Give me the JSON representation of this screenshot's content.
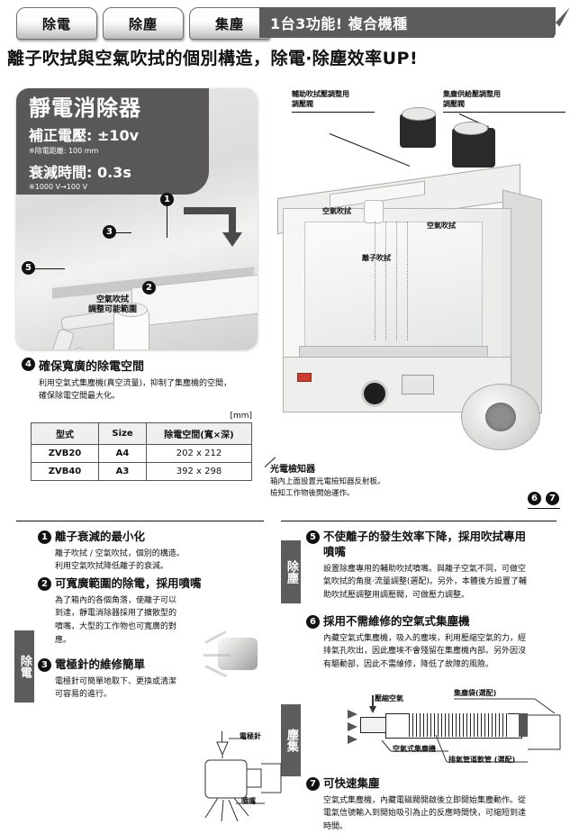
{
  "header": {
    "tabs": [
      {
        "label": "除電",
        "name": "tab-static-removal"
      },
      {
        "label": "除塵",
        "name": "tab-dust-removal"
      },
      {
        "label": "集塵",
        "name": "tab-dust-collection"
      }
    ],
    "ribbon_label": "1台3功能! 複合機種",
    "headline": "離子吹拭與空氣吹拭的個別構造，除電‧除塵效率UP!"
  },
  "spec_card": {
    "title": "靜電消除器",
    "line1_label": "補正電壓: ±10v",
    "line1_note": "※除電距離: 100 mm",
    "line2_label": "衰減時間: 0.3s",
    "line2_note": "※1000 V→100 V",
    "callout_air_blow": "空氣吹拭",
    "callout_air_blow2": "調整可能範圍",
    "markers": [
      "1",
      "2",
      "3",
      "5"
    ]
  },
  "machine": {
    "label_aux_regulator_l1": "輔助吹拭壓調整用",
    "label_aux_regulator_l2": "調壓閥",
    "label_supply_regulator_l1": "集塵供給壓調整用",
    "label_supply_regulator_l2": "調壓閥",
    "label_air_blow_left": "空氣吹拭",
    "label_air_blow_right": "空氣吹拭",
    "label_ion_blow": "離子吹拭",
    "sensor_title": "光電檢知器",
    "sensor_desc_l1": "箱內上面設置光電檢知器反射板。",
    "sensor_desc_l2": "檢知工作物後開始運作。",
    "markers": [
      "6",
      "7"
    ]
  },
  "item4": {
    "num": "4",
    "title": "確保寬廣的除電空間",
    "desc_l1": "利用空氣式集塵機(真空流量)，抑制了集塵機的空間，",
    "desc_l2": "確保除電空間最大化。",
    "unit": "[mm]",
    "table": {
      "headers": [
        "型式",
        "Size",
        "除電空間(寬×深)"
      ],
      "rows": [
        [
          "ZVB20",
          "A4",
          "202 x 212"
        ],
        [
          "ZVB40",
          "A3",
          "392 x 298"
        ]
      ]
    }
  },
  "side_tabs": {
    "static": "除電",
    "dust_removal": "除塵",
    "dust_collect": "塵集"
  },
  "features": [
    {
      "num": "1",
      "title": "離子衰減的最小化",
      "desc": "離子吹拭 / 空氣吹拭，個別的構造。\n利用空氣吹拭降低離子的衰減。"
    },
    {
      "num": "2",
      "title": "可寬廣範圍的除電，採用噴嘴",
      "desc": "為了箱內的各個角落，使離子可以\n到達，靜電消除器採用了擴散型的\n噴嘴，大型的工作物也可寬廣的對\n應。"
    },
    {
      "num": "3",
      "title": "電極針的維修簡單",
      "desc": "電極針可簡單地取下、更換或清潔\n可容易的進行。"
    },
    {
      "num": "5",
      "title": "不使離子的發生效率下降，採用吹拭專用\n噴嘴",
      "desc": "設置除塵專用的輔助吹拭噴嘴。與離子空氣不同，可做空\n氣吹拭的角度‧流量調整(選配)。另外，本體後方設置了輔\n助吹拭壓調整用調壓閥，可做壓力調整。"
    },
    {
      "num": "6",
      "title": "採用不需維修的空氣式集塵機",
      "desc": "內藏空氣式集塵機，吸入的塵埃，利用壓縮空氣的力，經\n排氣孔吹出，因此塵埃不會殘留在集塵機內部。另外因沒\n有驅動部，因此不需維修，降低了故障的風險。"
    },
    {
      "num": "7",
      "title": "可快速集塵",
      "desc": "空氣式集塵機，內藏電磁閥開啟後立即開始集塵動作。從\n電氣信號輸入到開始吸引為止的反應時間快，可縮短到達\n時間。"
    }
  ],
  "electrode_diagram": {
    "label_needle": "電極針",
    "label_nozzle": "噴嘴"
  },
  "dust_diagram": {
    "label_compressed_air": "壓縮空氣",
    "label_dust_bag": "集塵袋(選配)",
    "label_air_collector": "空氣式集塵機",
    "label_exhaust_hose": "排氣管道軟管 (選配)"
  },
  "colors": {
    "dark_gray": "#5c5c5c",
    "text": "#111111",
    "panel": "#efefef"
  }
}
